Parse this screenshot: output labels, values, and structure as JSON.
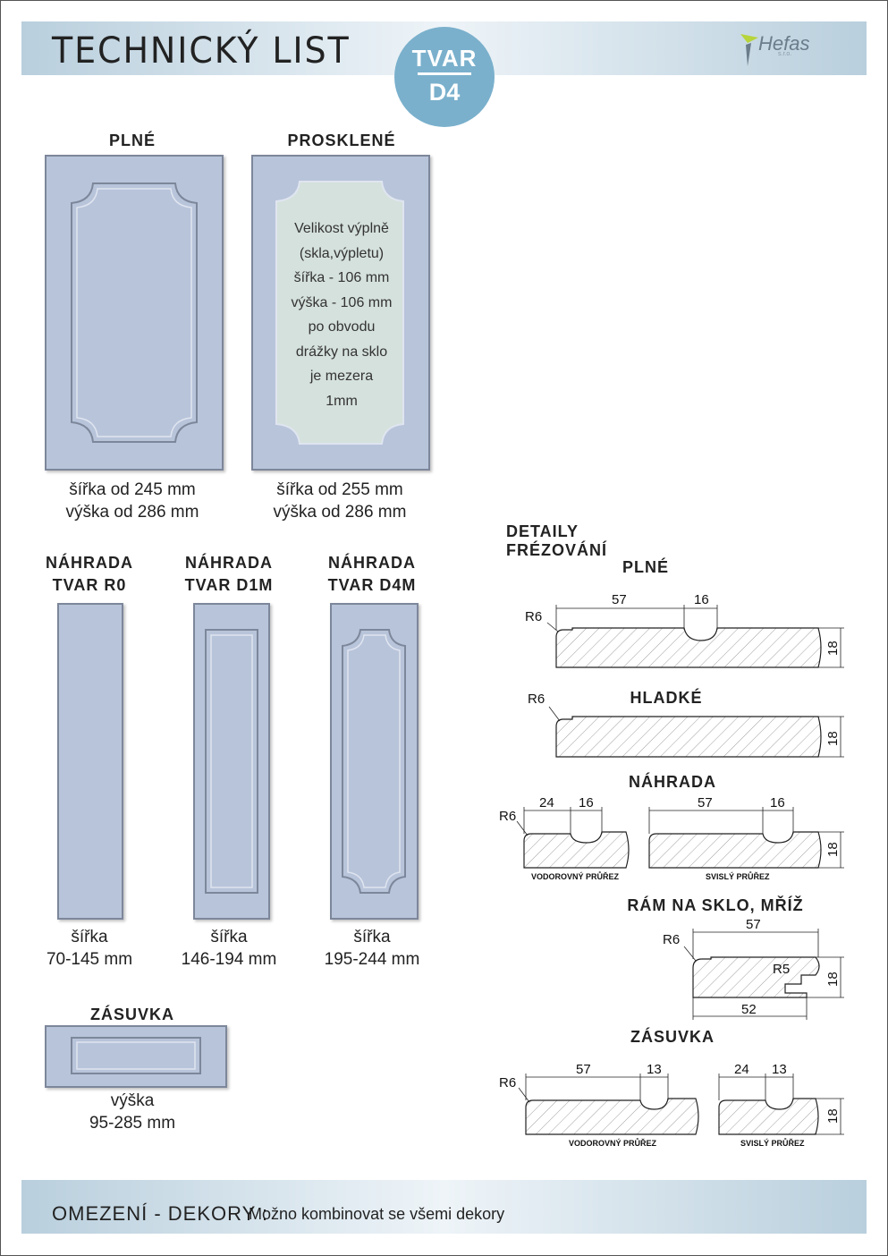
{
  "header": {
    "title": "TECHNICKÝ LIST",
    "badge_top": "TVAR",
    "badge_bottom": "D4",
    "logo_text": "Hefas",
    "logo_sub": "s.r.o."
  },
  "panels": {
    "plne": {
      "heading": "PLNÉ",
      "width": "šířka od 245 mm",
      "height": "výška od 286 mm"
    },
    "prosklene": {
      "heading": "PROSKLENÉ",
      "width": "šířka od 255 mm",
      "height": "výška od 286 mm",
      "glass_lines": [
        "Velikost výplně",
        "(skla,výpletu)",
        "šířka - 106 mm",
        "výška - 106 mm",
        "po obvodu",
        "drážky na sklo",
        "je mezera",
        "1mm"
      ]
    }
  },
  "replacements": [
    {
      "heading_1": "NÁHRADA",
      "heading_2": "TVAR R0",
      "cap_1": "šířka",
      "cap_2": "70-145 mm"
    },
    {
      "heading_1": "NÁHRADA",
      "heading_2": "TVAR D1M",
      "cap_1": "šířka",
      "cap_2": "146-194 mm"
    },
    {
      "heading_1": "NÁHRADA",
      "heading_2": "TVAR D4M",
      "cap_1": "šířka",
      "cap_2": "195-244 mm"
    }
  ],
  "drawer": {
    "heading": "ZÁSUVKA",
    "cap_1": "výška",
    "cap_2": "95-285 mm"
  },
  "details": {
    "title": "DETAILY FRÉZOVÁNÍ",
    "plne": {
      "heading": "PLNÉ",
      "r": "R6",
      "d1": "57",
      "d2": "16",
      "t": "18"
    },
    "hladke": {
      "heading": "HLADKÉ",
      "r": "R6",
      "t": "18"
    },
    "nahrada": {
      "heading": "NÁHRADA",
      "r": "R6",
      "a1": "24",
      "a2": "16",
      "b1": "57",
      "b2": "16",
      "t": "18",
      "lbl_a": "VODOROVNÝ PRŮŘEZ",
      "lbl_b": "SVISLÝ PRŮŘEZ"
    },
    "ram": {
      "heading": "RÁM NA SKLO, MŘÍŽ",
      "r": "R6",
      "r2": "R5",
      "top": "57",
      "bottom": "52",
      "t": "18"
    },
    "zasuvka": {
      "heading": "ZÁSUVKA",
      "r": "R6",
      "a1": "57",
      "a2": "13",
      "b1": "24",
      "b2": "13",
      "t": "18",
      "lbl_a": "VODOROVNÝ PRŮŘEZ",
      "lbl_b": "SVISLÝ PRŮŘEZ"
    }
  },
  "footer": {
    "label": "OMEZENÍ - DEKORY :",
    "value": "Možno kombinovat se všemi dekory"
  },
  "colors": {
    "band": "#b9cfdd",
    "badge": "#7ab0cc",
    "panel": "#b8c4da",
    "glass": "#d5e1dc"
  }
}
